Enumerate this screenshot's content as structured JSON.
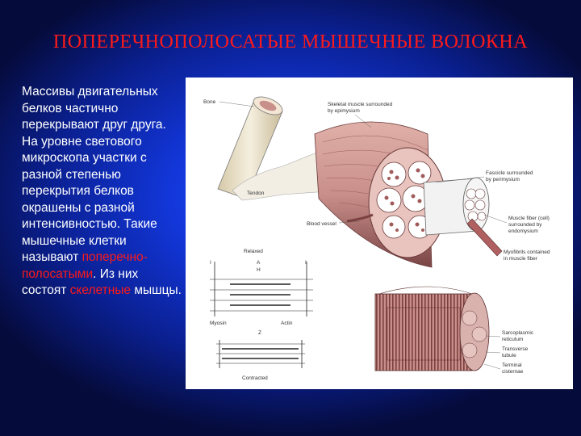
{
  "slide": {
    "title": "ПОПЕРЕЧНОПОЛОСАТЫЕ МЫШЕЧНЫЕ ВОЛОКНА",
    "paragraph1": "Массивы двигательных белков частично перекрывают друг друга.",
    "paragraph2_start": "На уровне светового микроскопа участки с разной степенью перекрытия белков окрашены с разной интенсивностью. Такие мышечные клетки называют ",
    "highlight1": "поперечно-полосатыми",
    "paragraph2_mid": ". Из них состоят ",
    "highlight2": "скелетные",
    "paragraph2_end": " мышцы."
  },
  "figure": {
    "labels": {
      "bone": "Bone",
      "skeletal_muscle_1": "Skeletal muscle surrounded",
      "skeletal_muscle_2": "by epimysium",
      "fascicle_1": "Fascicle surrounded",
      "fascicle_2": "by perimysium",
      "tendon": "Tendon",
      "blood_vessel": "Blood vessel",
      "muscle_fiber_1": "Muscle fiber (cell)",
      "muscle_fiber_2": "surrounded by",
      "muscle_fiber_3": "endomysium",
      "myofibrils_1": "Myofibrils contained",
      "myofibrils_2": "in muscle fiber",
      "relaxed": "Relaxed",
      "myosin": "Myosin",
      "actin": "Actin",
      "contracted": "Contracted",
      "band_I": "I",
      "band_A": "A",
      "band_H": "H",
      "band_Z": "Z",
      "sarcoplasmic_1": "Sarcoplasmic",
      "sarcoplasmic_2": "reticulum",
      "transverse_1": "Transverse",
      "transverse_2": "tubule",
      "terminal_1": "Terminal",
      "terminal_2": "cisternae"
    },
    "colors": {
      "muscle": "#c98f8a",
      "muscle_dark": "#8a4f4f",
      "bone": "#e8dcc0",
      "tendon": "#f2eee4"
    }
  }
}
